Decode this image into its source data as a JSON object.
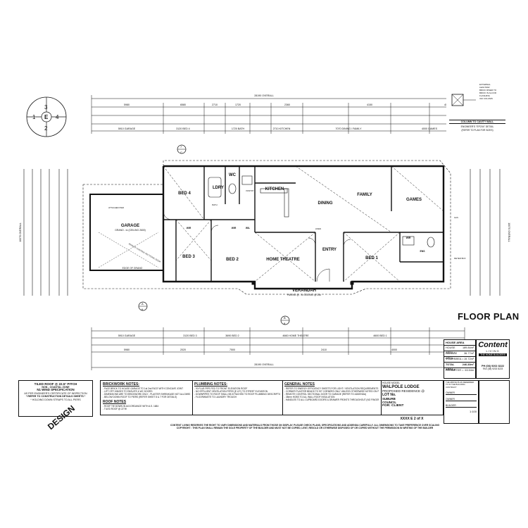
{
  "sheet": {
    "title": "FLOOR PLAN",
    "overall_top": "28190 OVERALL",
    "overall_bottom": "28190 OVERALL",
    "overall_left": "10070 OVERALL",
    "overall_right": "10070 OVERALL"
  },
  "rooms": [
    {
      "key": "garage",
      "label": "GARAGE",
      "sub": "GRANO - to (CEILING 2600)"
    },
    {
      "key": "bed4",
      "label": "BED 4",
      "sub": ""
    },
    {
      "key": "ldry",
      "label": "LDRY",
      "sub": ""
    },
    {
      "key": "wc",
      "label": "WC",
      "sub": ""
    },
    {
      "key": "kitchen",
      "label": "KITCHEN",
      "sub": ""
    },
    {
      "key": "dining",
      "label": "DINING",
      "sub": ""
    },
    {
      "key": "family",
      "label": "FAMILY",
      "sub": ""
    },
    {
      "key": "games",
      "label": "GAMES",
      "sub": ""
    },
    {
      "key": "bed3",
      "label": "BED 3",
      "sub": ""
    },
    {
      "key": "bed2",
      "label": "BED 2",
      "sub": ""
    },
    {
      "key": "theatre",
      "label": "HOME THEATRE",
      "sub": ""
    },
    {
      "key": "entry",
      "label": "ENTRY",
      "sub": ""
    },
    {
      "key": "bed1",
      "label": "BED 1",
      "sub": ""
    },
    {
      "key": "verandah",
      "label": "VERANDAH",
      "sub": "PAVING @ - to   CEILING @ 25o"
    }
  ],
  "small_labels": {
    "wir1": "WIR",
    "wir2": "WIL",
    "wir3": "WIR",
    "wir4": "WIR",
    "ens": "ENS",
    "pantry": "PANTRY",
    "bath": "BATH",
    "attached_pier": "ATTACHED PIER",
    "edge_grano": "EDGE OF GRANO",
    "remote_door": "REMOTE CONTROL SECTIONAL DOOR",
    "linen": "LINEN",
    "gas": "GAS",
    "meter_box": "METER BOX"
  },
  "section_marks": [
    "A",
    "B",
    "C"
  ],
  "compass": {
    "center": "E",
    "n": "3",
    "e": "4",
    "s": "2",
    "w": "1"
  },
  "detail_box": {
    "lines": [
      "EXTERNAL",
      "LEAF BAR",
      "BRICK RISER TO",
      "BRICK IN ALCOR",
      "FLASHING",
      "310 COLUMN"
    ],
    "caption": "COLUMN TO CAVITY WALL",
    "caption2": "ENGINEER'S \"EP204\" DETAIL",
    "caption3": "(REFER TO PLAN FOR SIZES)"
  },
  "dims_top_row1": [
    "5980",
    "6580",
    "2710",
    "1720",
    "2360",
    "4150",
    "4000"
  ],
  "dims_top_row2": [
    "5910 GARAGE",
    "3120 BED 4",
    "1720 BATH",
    "2710 KITCHEN",
    "7070 DINING / FAMILY",
    "4000 GAMES"
  ],
  "dims_bottom_row1": [
    "5910 GARAGE",
    "3120 BED 3",
    "3690 BED 2",
    "4660 HOME THEATRE",
    "4600 BED 1"
  ],
  "dims_bottom_row2": [
    "5980",
    "2020",
    "7500",
    "2410",
    "4000",
    "1020"
  ],
  "roof_notes": {
    "title": "TILED ROOF @ 22.5° PITCH",
    "lines": [
      "NON - COASTAL ZONE",
      "N1 WIND SPECIFICATION",
      "AS PER ENGINEER'S CERTIFICATE OF INSPECTION",
      "* REFER TO CONSTRUCTION DETAILS SHEETS *",
      "* HOLDING DOWN STRAPS TO ALL PIERS"
    ],
    "stamp": "DESIGN"
  },
  "brickwork_notes": {
    "title": "BRICKWORK NOTES:",
    "lines": [
      "- FACE BRICK TO HOUSE GARAGE TO 1st 2nd FACE WITH CONCAVE JOINT",
      "- LIFT OFF HINGES TO ENSUITE & WC DOORS",
      "- DIMENSIONS ARE TO BRICKWORK ONLY - PLASTER SHRINKAGE NOT ALLOWED FOR",
      "- BELOW DOWN ROOF TO PIERS (REFER SHEET 8 & 7 FOR DETAILS)"
    ]
  },
  "roof_notes2": {
    "title": "ROOF NOTES",
    "lines": [
      "- ROOF TIE DOWN IN ACCORDANCE WITH A.S. 1684",
      "- TILED ROOF @ 22°W"
    ]
  },
  "plumbing_notes": {
    "title": "PLUMBING NOTES:",
    "lines": [
      "- 90 FLUE PIPE FED TO FRONT ELEVATION ROOF",
      "- NO EFFLUENT VENTILATION PIPES (E.V.P.) TO STREET ELEVATION",
      "- DOWNPIPES TO ROOF SHALL BE ATTACHED TO ROOF PLUMBING DESCRIPTION",
      "- FLOORWASTE TO LAUNDRY TROUGH"
    ]
  },
  "general_notes": {
    "title": "GENERAL NOTES",
    "lines": [
      "- REFER TO ENERGY EFFICIENCY SHEETS FOR LIGHT / VENTILATION REQUIREMENTS",
      "- CORNER PLASTER BEADS TO 90° CORNERS ONLY UNLESS OTHERWISE NOTED ON PLAN",
      "- REMOTE CONTROL SECTIONAL DOOR TO GARAGE (REFER TO ADDENDA)",
      "- 35mm HOBS TO ALL WALL ROOF INSULATION",
      "- HANDLES TO ALL CUPBOARD DOORS & DRAWER FRONTS THROUGHOUT (NO FINGER GRIPS)"
    ]
  },
  "house_model": {
    "house_label": "HOUSE MODEL",
    "model": "WALPOLE LODGE",
    "proposed": "PROPOSED RESIDENCE @",
    "lot": "LOT No.",
    "suburb": "SUBURB",
    "council": "COUNCIL",
    "for": "FOR: CLIENT",
    "drawing_no": "XXXX E 2 of X"
  },
  "signatures": {
    "heading": "THE ABOVE PLAN REFERRED TO IN THE BUILDING CONTRACT",
    "owner1": "OWNER",
    "owner2": "OWNER",
    "builder": "BUILDER",
    "scale": "1:100"
  },
  "areas": {
    "title": "HOUSE AREA",
    "rows": [
      {
        "label": "HOUSE AREA =",
        "value": "189.84m²"
      },
      {
        "label": "GARAGE AREA =",
        "value": "36.77m²"
      },
      {
        "label": "V'DAH AREA =",
        "value": "19.72m²"
      },
      {
        "label": "TOTAL AREA =",
        "value": "246.33m²"
      }
    ],
    "perimeter_label": "PERIMETER =",
    "perimeter_value": "63.54m"
  },
  "brand": {
    "name": "Content",
    "tagline": "LIVING",
    "sub": "THE HOME BUILDERS",
    "phone": "PH (08) 9202 8222",
    "fax": "FAX (08) 9202 8223"
  },
  "copyright": [
    "CONTENT LIVING RESERVES THE RIGHT TO VARY DIMENSIONS AND MATERIALS FROM THOSE ON DISPLAY. PLEASE CHECK PLANS, SPECIFICATIONS AND ADDENDA CAREFULLY. ALL DIMENSIONS TO TAKE PREFERENCE OVER SCALING",
    "COPYRIGHT : THIS PLAN SHALL REMAIN THE SOLE PROPERTY OF THE BUILDER AND MUST NOT BE COPIED, LENT, RESOLD OR OTHERWISE DISPOSED OF OR COPIED WITHOUT THE PERMISSION IN WRITING OF THE BUILDER"
  ]
}
